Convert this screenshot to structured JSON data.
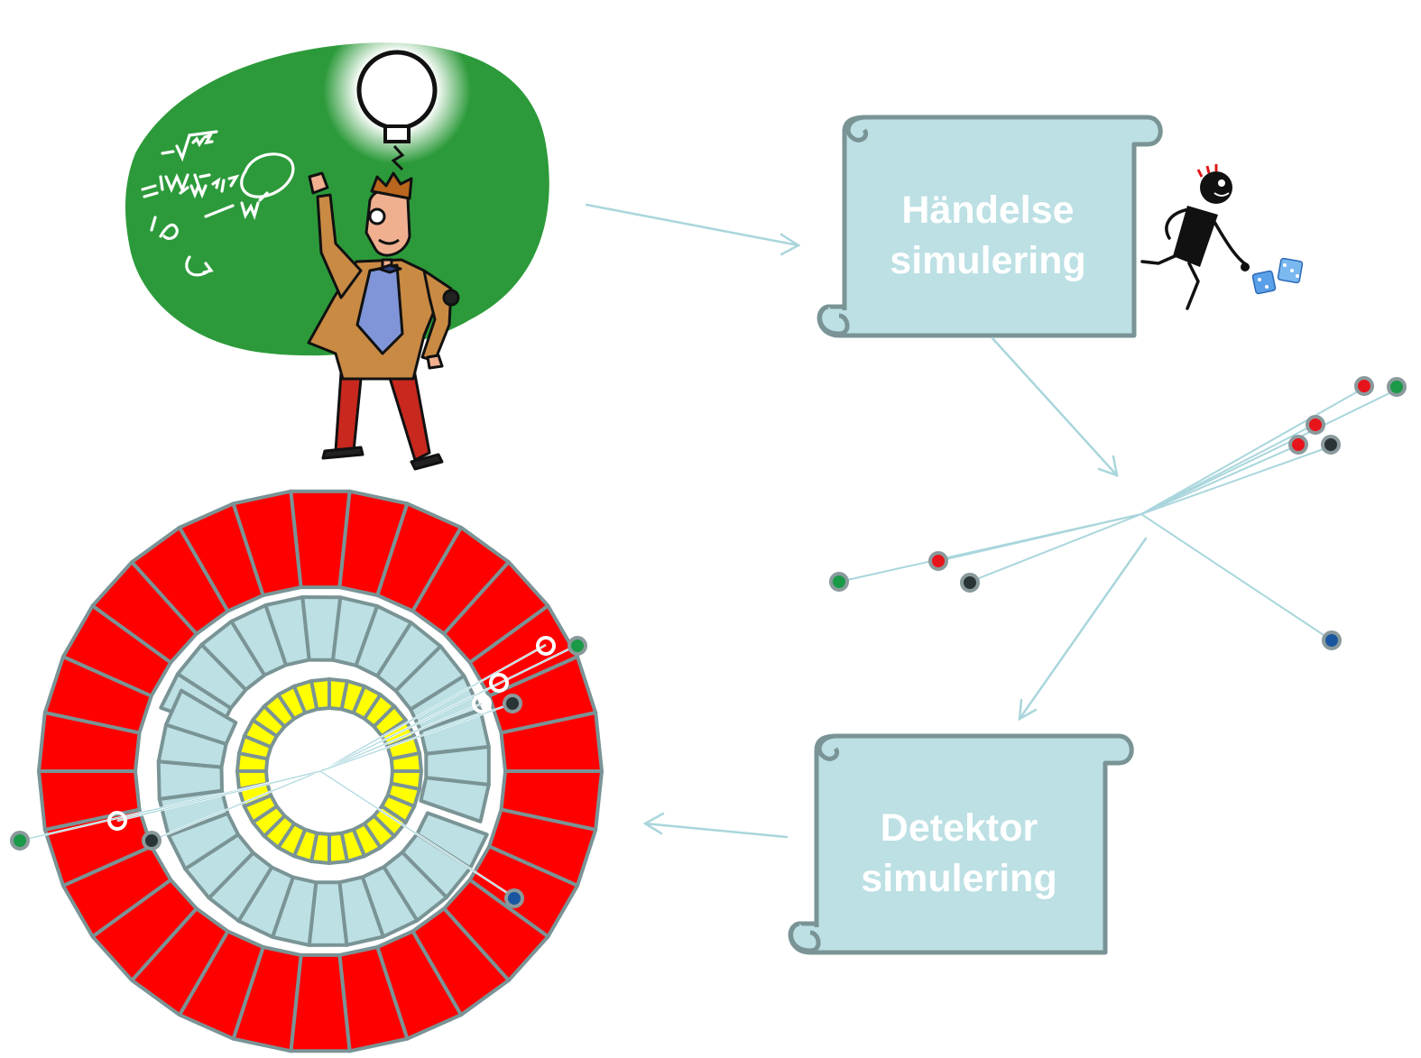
{
  "scroll_event": {
    "line1": "Händelse",
    "line2": "simulering"
  },
  "scroll_detector": {
    "line1": "Detektor",
    "line2": "simulering"
  },
  "colors": {
    "arrow": "#a9d6dc",
    "scroll_fill": "#bce0e4",
    "scroll_border": "#7a9496",
    "calorimeter_outer": "#ff0000",
    "calorimeter_middle": "#bce0e4",
    "calorimeter_inner": "#ffff00",
    "chalkboard": "#2c9a3a",
    "particle_red": "#e8141c",
    "particle_green": "#1a9a48",
    "particle_dark": "#2a3436",
    "particle_blue": "#1a56a0"
  },
  "icons": [
    "physicist-at-chalkboard",
    "lightbulb-icon",
    "stick-figure-rolling-dice",
    "dice-icon",
    "particle-event-display",
    "detector-cross-section"
  ]
}
